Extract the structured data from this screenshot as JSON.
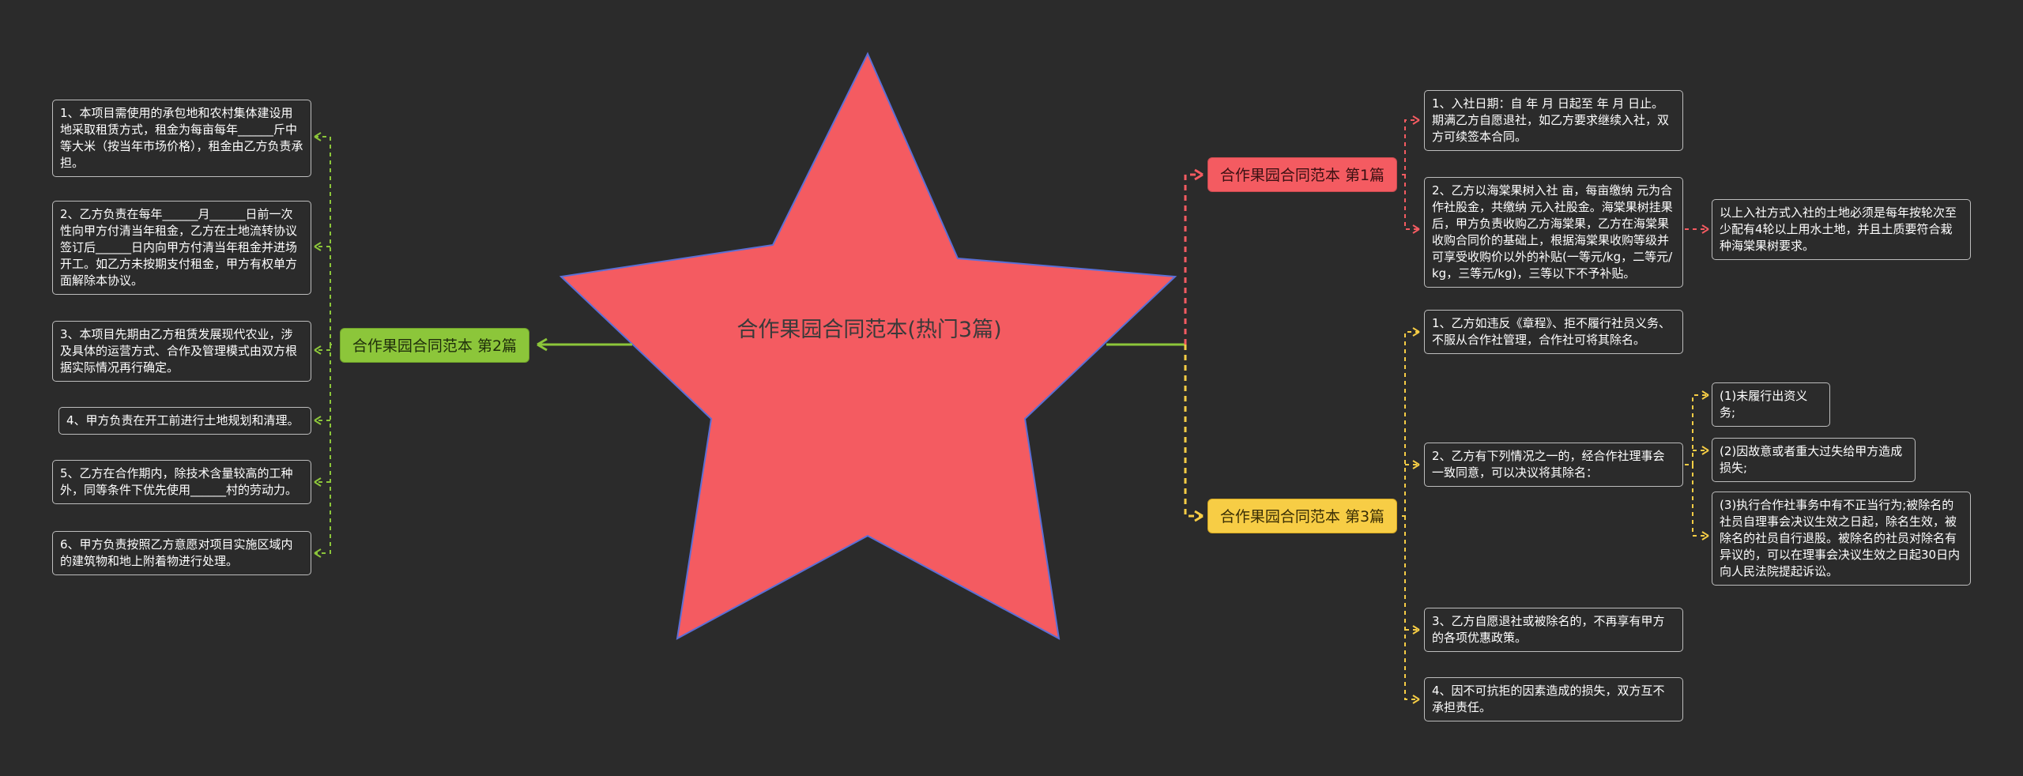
{
  "central_title": "合作果园合同范本(热门3篇)",
  "branches": {
    "b1": "合作果园合同范本 第1篇",
    "b2": "合作果园合同范本 第2篇",
    "b3": "合作果园合同范本 第3篇"
  },
  "b1_items": [
    "1、入社日期：自 年 月 日起至 年 月 日止。期满乙方自愿退社，如乙方要求继续入社，双方可续签本合同。",
    "2、乙方以海棠果树入社 亩，每亩缴纳 元为合作社股金，共缴纳 元入社股金。海棠果树挂果后，甲方负责收购乙方海棠果，乙方在海棠果收购合同价的基础上，根据海棠果收购等级并可享受收购价以外的补贴(一等元/kg，二等元/kg，三等元/kg)，三等以下不予补贴。"
  ],
  "b1_sub": "以上入社方式入社的土地必须是每年按轮次至少配有4轮以上用水土地，并且土质要符合栽种海棠果树要求。",
  "b2_items": [
    "1、本项目需使用的承包地和农村集体建设用地采取租赁方式，租金为每亩每年______斤中等大米（按当年市场价格），租金由乙方负责承担。",
    "2、乙方负责在每年______月______日前一次性向甲方付清当年租金，乙方在土地流转协议签订后______日内向甲方付清当年租金并进场开工。如乙方未按期支付租金，甲方有权单方面解除本协议。",
    "3、本项目先期由乙方租赁发展现代农业，涉及具体的运营方式、合作及管理模式由双方根据实际情况再行确定。",
    "4、甲方负责在开工前进行土地规划和清理。",
    "5、乙方在合作期内，除技术含量较高的工种外，同等条件下优先使用______村的劳动力。",
    "6、甲方负责按照乙方意愿对项目实施区域内的建筑物和地上附着物进行处理。"
  ],
  "b3_items": [
    "1、乙方如违反《章程》、拒不履行社员义务、不服从合作社管理，合作社可将其除名。",
    "2、乙方有下列情况之一的，经合作社理事会一致同意，可以决议将其除名：",
    "3、乙方自愿退社或被除名的，不再享有甲方的各项优惠政策。",
    "4、因不可抗拒的因素造成的损失，双方互不承担责任。"
  ],
  "b3_sub": [
    "(1)未履行出资义务;",
    "(2)因故意或者重大过失给甲方造成损失;",
    "(3)执行合作社事务中有不正当行为;被除名的社员自理事会决议生效之日起，除名生效，被除名的社员自行退股。被除名的社员对除名有异议的，可以在理事会决议生效之日起30日内向人民法院提起诉讼。"
  ],
  "colors": {
    "background": "#2b2b2b",
    "star_fill": "#f45b61",
    "star_stroke": "#5b6fd6",
    "branch1": "#f45b61",
    "branch2": "#8cc63a",
    "branch3": "#f7cd45",
    "leaf_border": "#bdbdbd"
  }
}
